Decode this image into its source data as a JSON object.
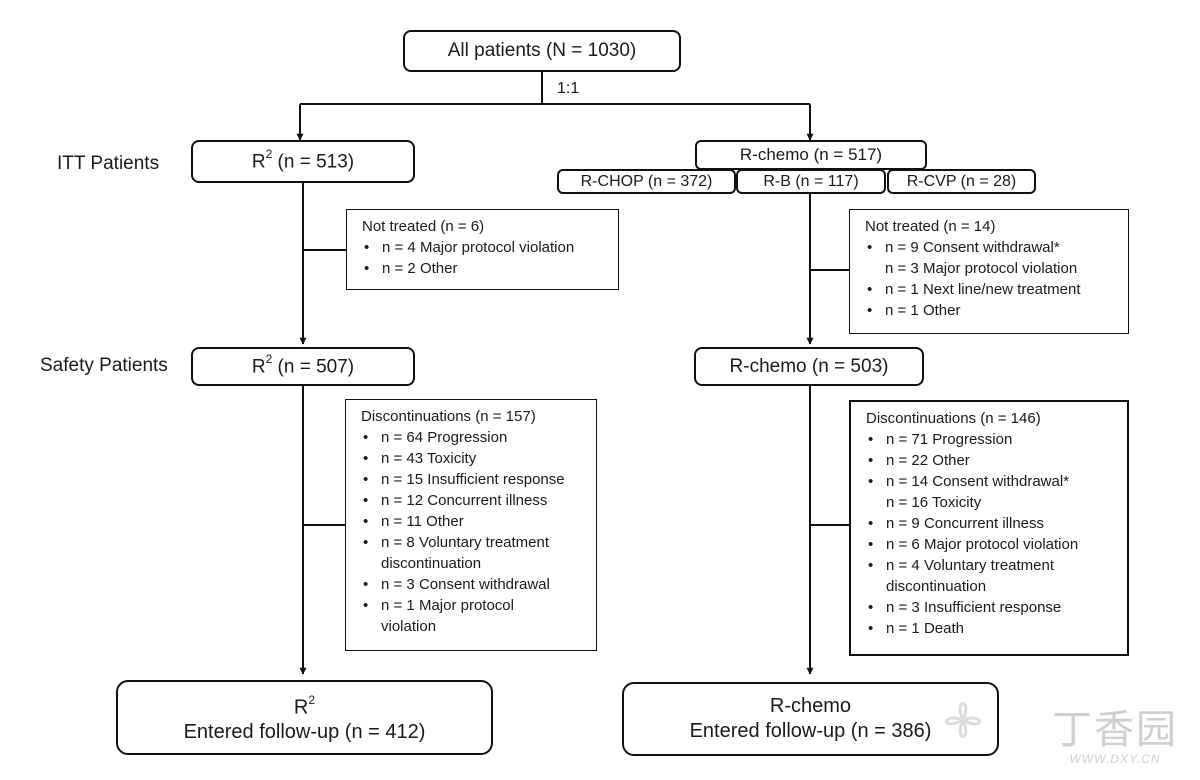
{
  "top": {
    "label": "All patients (N = 1030)",
    "ratio": "1:1"
  },
  "rows": {
    "itt": "ITT Patients",
    "safety": "Safety Patients"
  },
  "left": {
    "itt_prefix": "R",
    "itt_sup": "2",
    "itt_suffix": " (n = 513)",
    "safety_prefix": "R",
    "safety_sup": "2",
    "safety_suffix": " (n = 507)",
    "not_treated": {
      "title": "Not treated (n = 6)",
      "items": [
        "n = 4 Major protocol violation",
        "n = 2 Other"
      ]
    },
    "discontinuations": {
      "title": "Discontinuations (n = 157)",
      "items": [
        "n = 64 Progression",
        "n = 43 Toxicity",
        "n = 15 Insufficient response",
        "n = 12 Concurrent illness",
        "n = 11 Other",
        "n = 8 Voluntary treatment",
        "discontinuation",
        "n = 3 Consent withdrawal",
        "n = 1 Major protocol",
        "violation"
      ]
    },
    "followup": {
      "title_prefix": "R",
      "title_sup": "2",
      "line": "Entered follow-up (n = 412)"
    }
  },
  "right": {
    "itt": "R-chemo (n = 517)",
    "subgroups": [
      "R-CHOP (n = 372)",
      "R-B (n = 117)",
      "R-CVP (n = 28)"
    ],
    "safety": "R-chemo (n = 503)",
    "not_treated": {
      "title": "Not treated (n = 14)",
      "items": [
        "n = 9 Consent withdrawal*",
        "n = 3 Major protocol violation",
        "n = 1 Next line/new treatment",
        "n = 1 Other"
      ]
    },
    "discontinuations": {
      "title": "Discontinuations (n = 146)",
      "items": [
        "n = 71 Progression",
        "n = 22 Other",
        "n = 14 Consent withdrawal*",
        "n = 16 Toxicity",
        "n = 9 Concurrent illness",
        "n = 6 Major protocol violation",
        "n = 4 Voluntary treatment",
        "discontinuation",
        "n = 3 Insufficient response",
        "n = 1 Death"
      ]
    },
    "followup": {
      "title": "R-chemo",
      "line": "Entered follow-up (n = 386)"
    }
  },
  "watermark": {
    "text": "丁香园",
    "url": "WWW.DXY.CN"
  },
  "bullet": "•"
}
